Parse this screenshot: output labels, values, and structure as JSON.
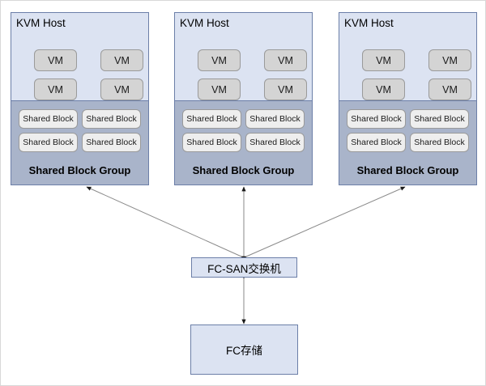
{
  "diagram": {
    "title_hidden": "",
    "hosts": [
      {
        "title": "KVM Host",
        "vms": [
          "VM",
          "VM",
          "VM",
          "VM"
        ],
        "shared_blocks": [
          "Shared Block",
          "Shared Block",
          "Shared Block",
          "Shared Block"
        ],
        "group_label": "Shared Block Group"
      },
      {
        "title": "KVM Host",
        "vms": [
          "VM",
          "VM",
          "VM",
          "VM"
        ],
        "shared_blocks": [
          "Shared Block",
          "Shared Block",
          "Shared Block",
          "Shared Block"
        ],
        "group_label": "Shared Block Group"
      },
      {
        "title": "KVM Host",
        "vms": [
          "VM",
          "VM",
          "VM",
          "VM"
        ],
        "shared_blocks": [
          "Shared Block",
          "Shared Block",
          "Shared Block",
          "Shared Block"
        ],
        "group_label": "Shared Block Group"
      }
    ],
    "switch": {
      "label": "FC-SAN交换机"
    },
    "storage": {
      "label": "FC存储"
    },
    "colors": {
      "host_fill": "#dce3f2",
      "host_border": "#6c7fa8",
      "vm_fill": "#d4d4d4",
      "vm_border": "#9a9a9a",
      "shared_group_fill": "#a9b4ca",
      "shared_block_fill": "#eeeeee",
      "node_fill": "#dce3f2",
      "connector": "#888888",
      "canvas_border": "#d8d8d8",
      "background": "#ffffff"
    },
    "connections": [
      {
        "from": "switch",
        "to": "host-1",
        "arrow": "both"
      },
      {
        "from": "switch",
        "to": "host-2",
        "arrow": "both"
      },
      {
        "from": "switch",
        "to": "host-3",
        "arrow": "both"
      },
      {
        "from": "switch",
        "to": "storage",
        "arrow": "both"
      }
    ]
  }
}
